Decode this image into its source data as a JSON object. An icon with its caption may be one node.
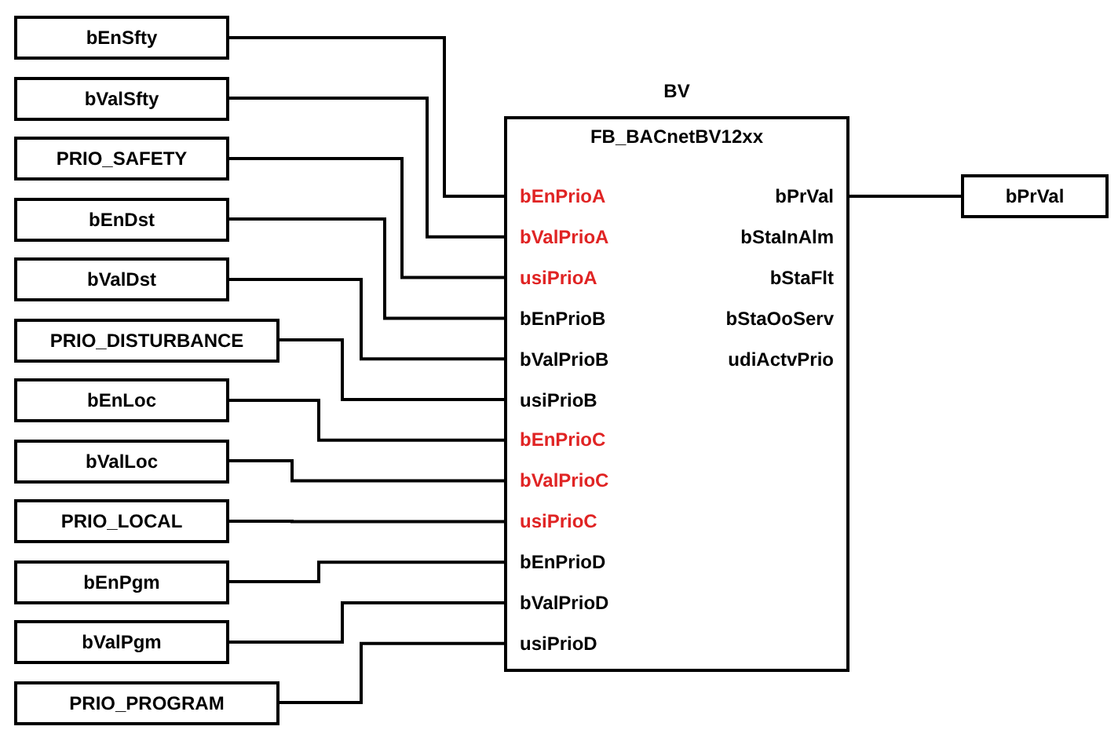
{
  "diagram": {
    "nodes": [
      {
        "text": [
          "bEnSfty"
        ]
      },
      {
        "text": [
          "bValSfty"
        ]
      },
      {
        "text": [
          "PRIO_SAFETY"
        ]
      },
      {
        "text": [
          "bEnDst"
        ]
      },
      {
        "text": [
          "bValDst"
        ]
      },
      {
        "text": [
          "PRIO_DISTURBANCE"
        ]
      },
      {
        "text": [
          "bEnLoc"
        ]
      },
      {
        "text": [
          "bValLoc"
        ]
      },
      {
        "text": [
          "PRIO_LOCAL"
        ]
      },
      {
        "text": [
          "bEnPgm"
        ]
      },
      {
        "text": [
          "bValPgm"
        ]
      },
      {
        "text": [
          "PRIO_PROGRAM"
        ]
      },
      {
        "text": [
          "BV",
          "FB_BACnetBV12xx",
          "bEnPrioA",
          "bValPrioA",
          "usiPrioA",
          "bEnPrioB",
          "bValPrioB",
          "usiPrioB",
          "bEnPrioC",
          "bValPrioC",
          "usiPrioC",
          "bEnPrioD",
          "bValPrioD",
          "usiPrioD",
          "bPrVal",
          "bStaInAlm",
          "bStaFlt",
          "bStaOoServ",
          "udiActvPrio"
        ]
      },
      {
        "text": [
          "bPrVal"
        ]
      }
    ],
    "edges": [
      {
        "from": 0,
        "to": 12,
        "arrow": "none"
      },
      {
        "from": 1,
        "to": 12,
        "arrow": "none"
      },
      {
        "from": 2,
        "to": 12,
        "arrow": "none"
      },
      {
        "from": 3,
        "to": 12,
        "arrow": "none"
      },
      {
        "from": 4,
        "to": 12,
        "arrow": "none"
      },
      {
        "from": 5,
        "to": 12,
        "arrow": "none"
      },
      {
        "from": 6,
        "to": 12,
        "arrow": "none"
      },
      {
        "from": 7,
        "to": 12,
        "arrow": "none"
      },
      {
        "from": 8,
        "to": 12,
        "arrow": "none"
      },
      {
        "from": 9,
        "to": 12,
        "arrow": "none"
      },
      {
        "from": 10,
        "to": 12,
        "arrow": "none"
      },
      {
        "from": 11,
        "to": 12,
        "arrow": "none"
      },
      {
        "from": 12,
        "to": 13,
        "arrow": "none"
      }
    ]
  }
}
